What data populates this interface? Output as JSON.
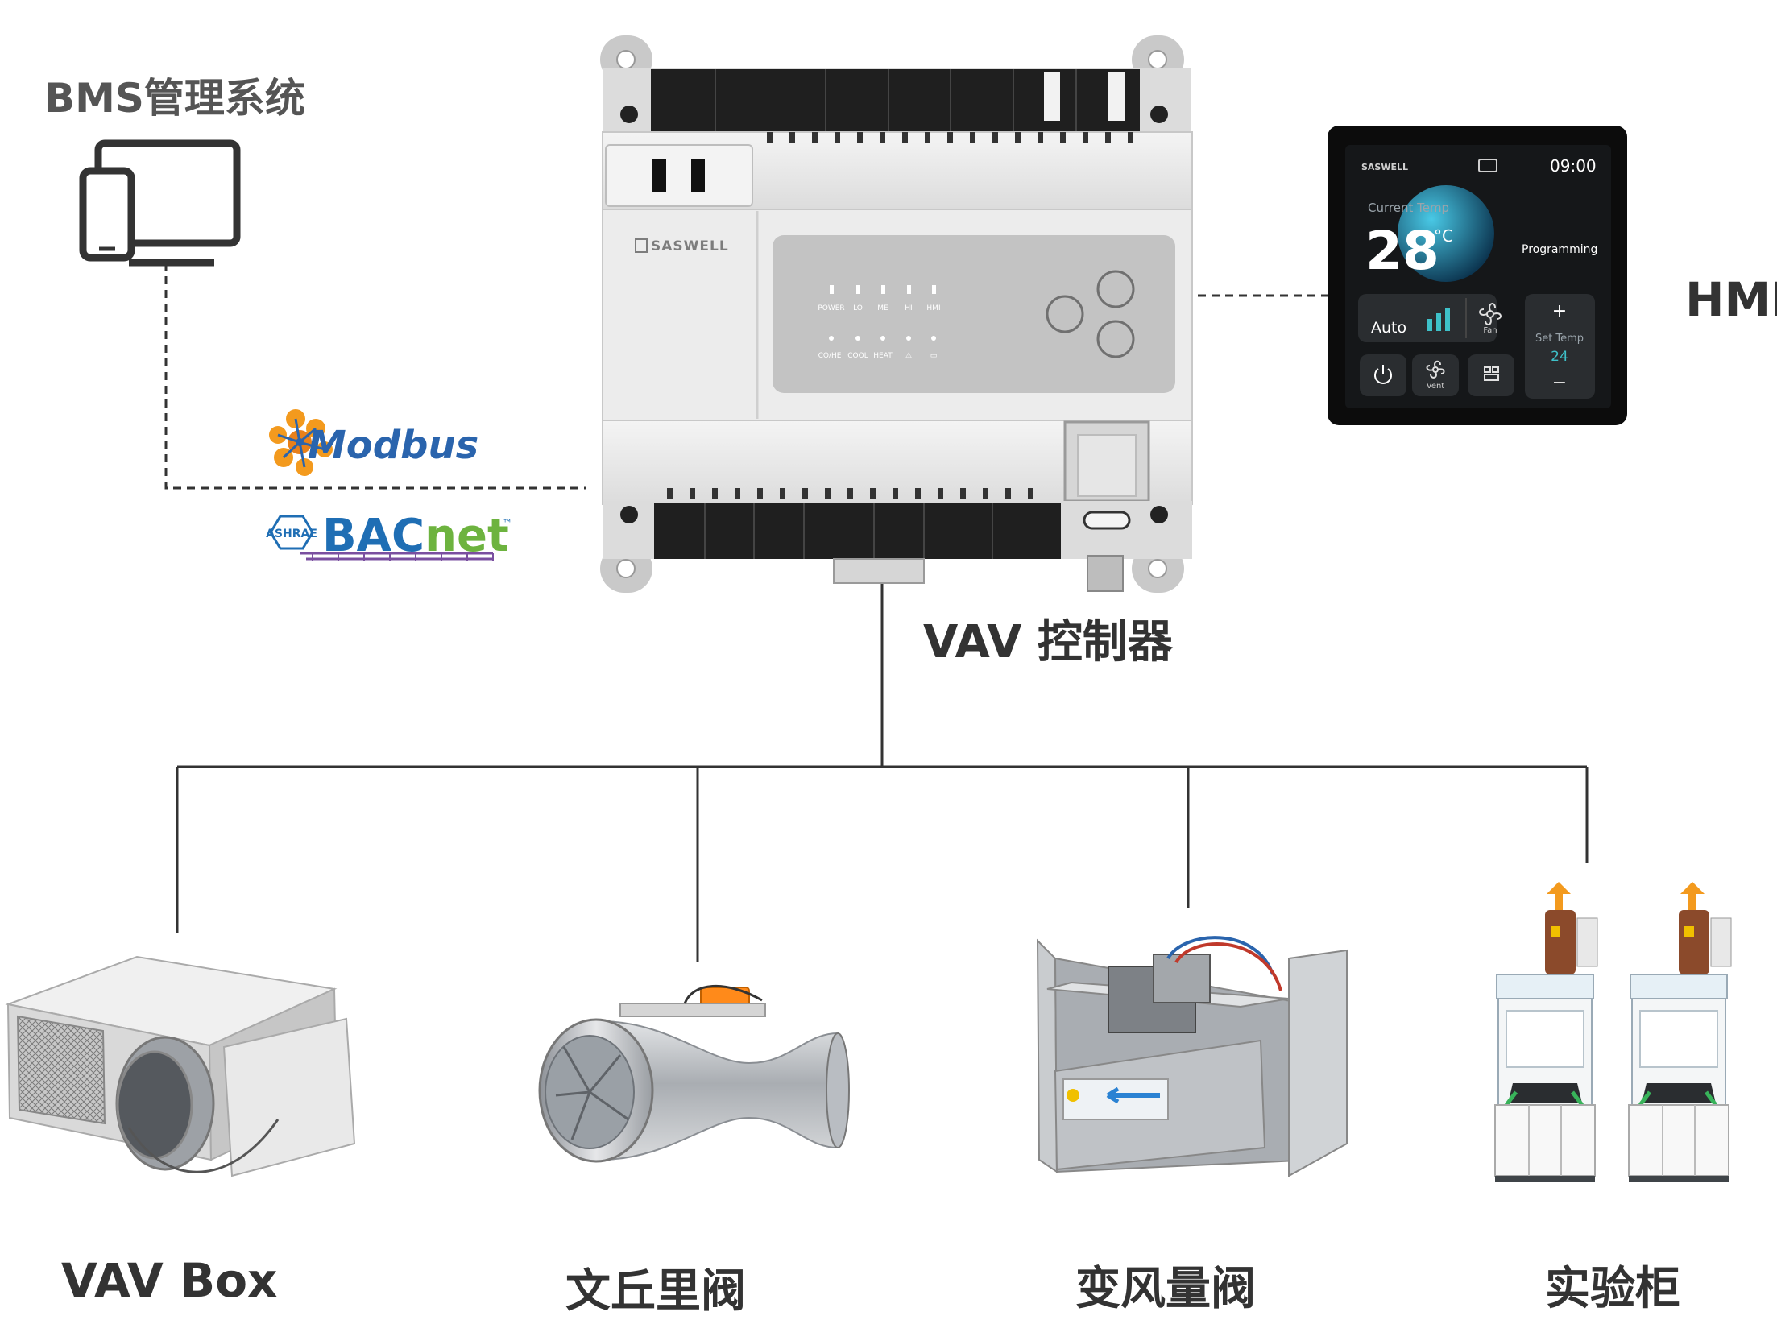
{
  "labels": {
    "bms": "BMS管理系统",
    "hmi": "HMI",
    "controller": "VAV 控制器",
    "vav_box": "VAV Box",
    "venturi": "文丘里阀",
    "vav_damper": "变风量阀",
    "fume_hood": "实验柜"
  },
  "protocols": {
    "modbus": "Modbus",
    "ashrae": "ASHRAE",
    "bacnet": "BACnet",
    "tm": "™"
  },
  "controller_panel": {
    "brand": "SASWELL",
    "leds_top": [
      "POWER",
      "LO",
      "ME",
      "HI",
      "HMI"
    ],
    "leds_bottom": [
      "CO/HE",
      "COOL",
      "HEAT",
      "⚠",
      "▭"
    ]
  },
  "hmi_screen": {
    "brand": "SASWELL",
    "time": "09:00",
    "current_temp_label": "Current Temp",
    "current_temp_value": "28",
    "temp_unit": "°C",
    "programming": "Programming",
    "mode": "Auto",
    "fan_label": "Fan",
    "set_temp_label": "Set Temp",
    "set_temp_value": "24",
    "plus": "+",
    "minus": "−",
    "vent_label": "Vent"
  },
  "colors": {
    "line": "#333333",
    "label": "#333333",
    "accent_teal": "#3ec1c9",
    "bacnet_blue": "#1f6eb4",
    "bacnet_green": "#6db33f",
    "modbus_orange": "#f39a1e",
    "modbus_blue": "#2a64ad"
  }
}
